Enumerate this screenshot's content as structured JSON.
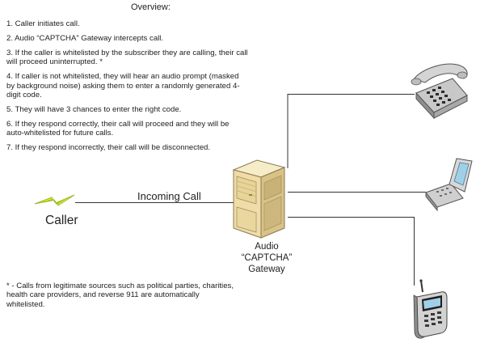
{
  "overview_title": "Overview:",
  "steps": [
    "1. Caller initiates call.",
    "2. Audio “CAPTCHA” Gateway intercepts call.",
    "3. If the caller is whitelisted by the subscriber they are calling, their call will proceed uninterrupted. *",
    "4. If caller is not whitelisted, they will hear an audio prompt (masked by background noise) asking them to enter a randomly generated 4-digit code.",
    "5. They will have 3 chances to enter the right code.",
    "6. If they respond correctly, their call will proceed and they will be auto-whitelisted for future calls.",
    "7. If they respond incorrectly, their call will be disconnected."
  ],
  "footnote": "* - Calls from legitimate sources such as political parties, charities, health care providers, and reverse 911 are automatically whitelisted.",
  "caller_label": "Caller",
  "incoming_label": "Incoming Call",
  "gateway_label_lines": [
    "Audio",
    "“CAPTCHA”",
    "Gateway"
  ],
  "icons": {
    "lightning": "lightning-bolt-icon",
    "server": "server-tower-icon",
    "desk_phone": "desk-phone-icon",
    "flip_phone": "flip-phone-icon",
    "cell_phone": "cell-phone-icon"
  },
  "colors": {
    "lightning_yellow": "#f3e21c",
    "lightning_green": "#7bbf2a",
    "server_beige": "#efdca8",
    "device_gray": "#c8c8c8",
    "screen_blue": "#9fd0e8"
  }
}
